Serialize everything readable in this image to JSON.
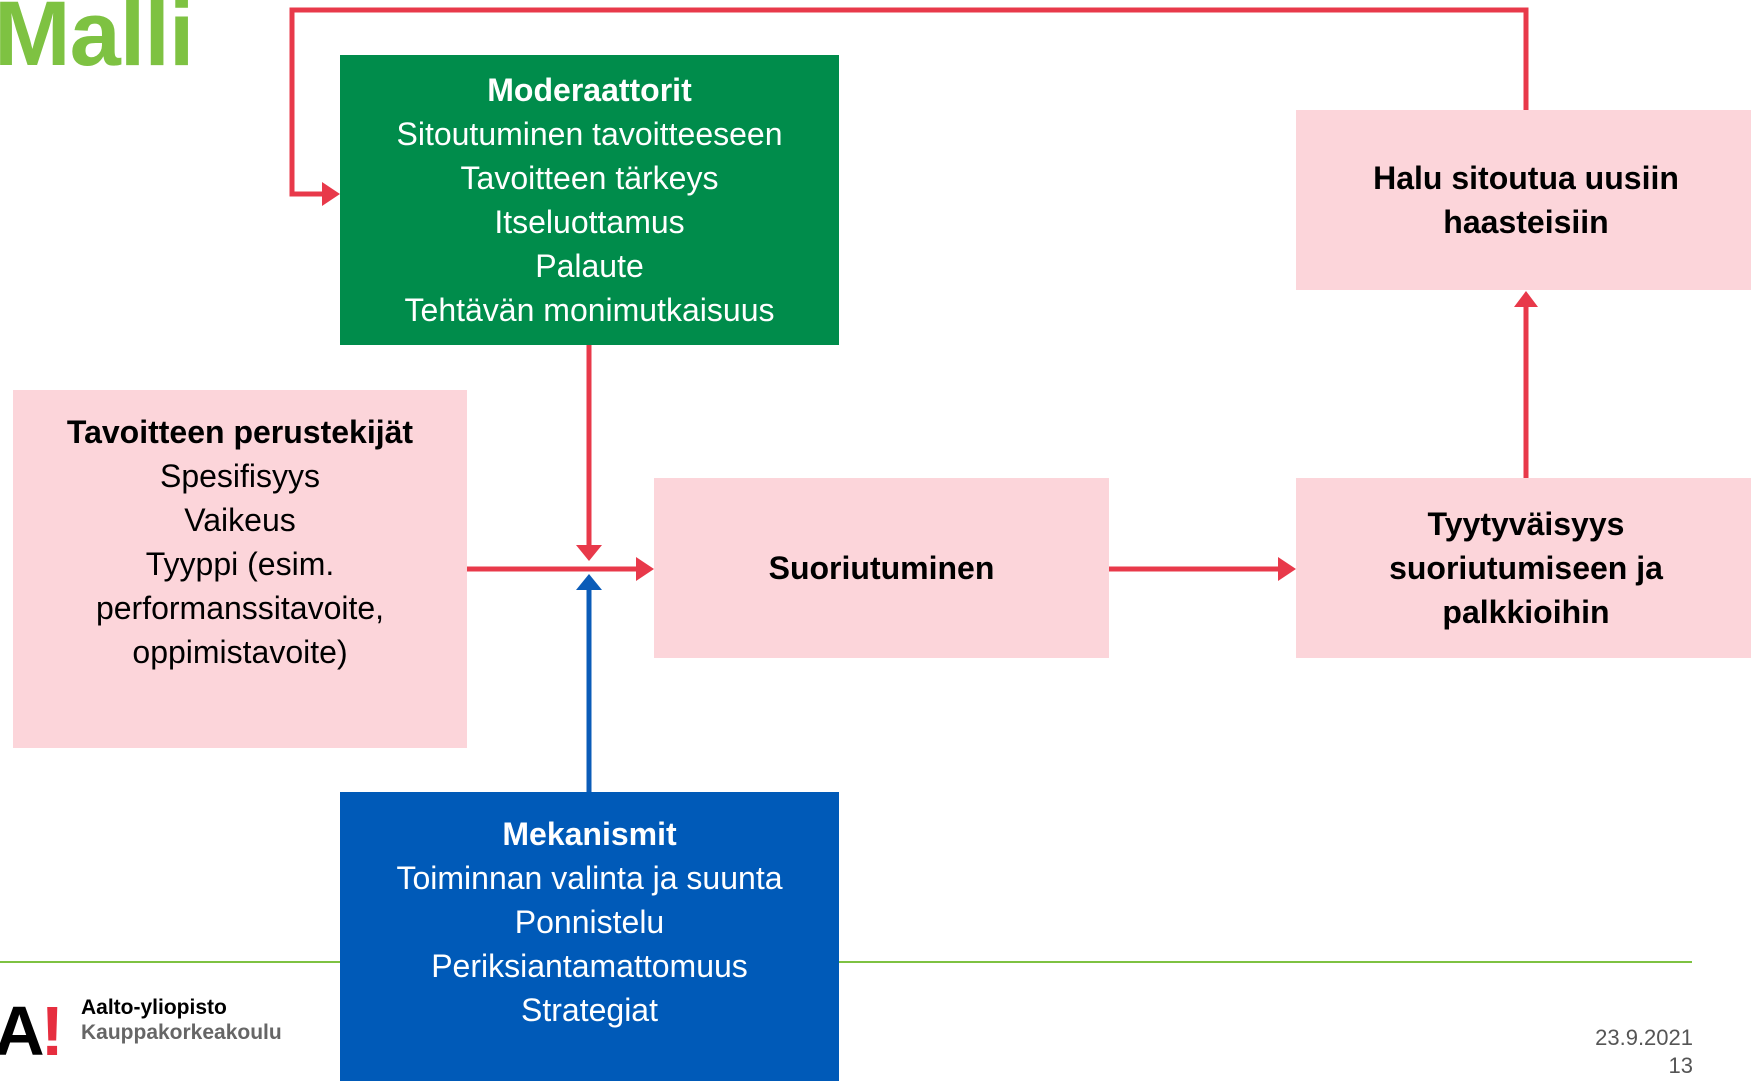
{
  "title": "Malli",
  "moderaattorit": {
    "heading": "Moderaattorit",
    "items": [
      "Sitoutuminen tavoitteeseen",
      "Tavoitteen tärkeys",
      "Itseluottamus",
      "Palaute",
      "Tehtävän monimutkaisuus"
    ]
  },
  "perustekijat": {
    "heading": "Tavoitteen perustekijät",
    "items": [
      "Spesifisyys",
      "Vaikeus",
      "Tyyppi (esim.",
      "performanssitavoite,",
      "oppimistavoite)"
    ]
  },
  "suoriutuminen": {
    "heading": "Suoriutuminen"
  },
  "tyytyvaisyys": {
    "lines": [
      "Tyytyväisyys",
      "suoriutumiseen ja",
      "palkkioihin"
    ]
  },
  "halu": {
    "lines": [
      "Halu sitoutua uusiin",
      "haasteisiin"
    ]
  },
  "mekanismit": {
    "heading": "Mekanismit",
    "items": [
      "Toiminnan valinta ja suunta",
      "Ponnistelu",
      "Periksiantamattomuus",
      "Strategiat"
    ]
  },
  "footer": {
    "logo_mark": "A",
    "logo_exclaim": "!",
    "org_line1": "Aalto-yliopisto",
    "org_line2": "Kauppakorkeakoulu",
    "date": "23.9.2021",
    "page_number": "13"
  },
  "colors": {
    "title": "#7ec242",
    "arrow_red": "#e8394a",
    "arrow_blue": "#0b5cb8",
    "moderaattorit_bg": "#008c4b",
    "mekanismit_bg": "#005ab8",
    "pink_bg": "#fcd5da",
    "footer_rule": "#7ec242"
  }
}
